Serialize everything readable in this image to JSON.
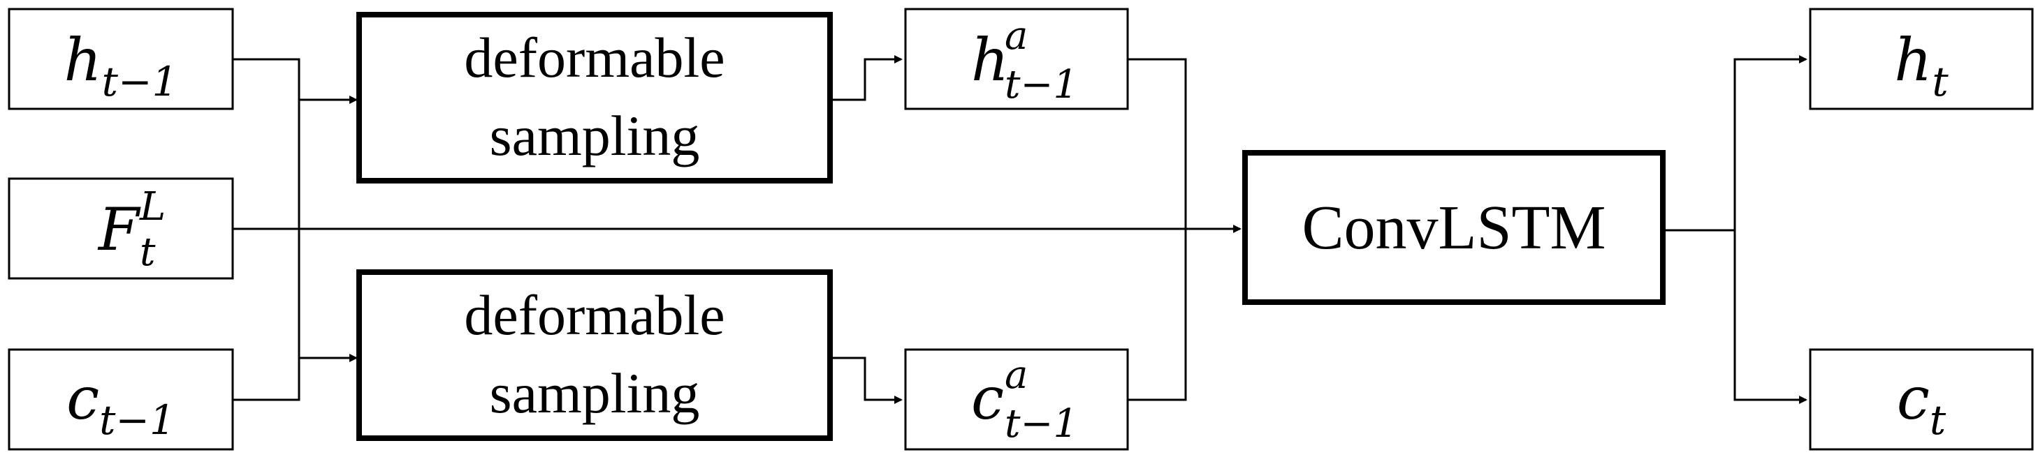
{
  "diagram": {
    "inputs": {
      "h_prev": {
        "base": "h",
        "sub": "t−1",
        "sup": ""
      },
      "feature": {
        "base": "F",
        "sub": "t",
        "sup": "L"
      },
      "c_prev": {
        "base": "c",
        "sub": "t−1",
        "sup": ""
      }
    },
    "blocks": {
      "sampling_top": {
        "line1": "deformable",
        "line2": "sampling"
      },
      "sampling_bottom": {
        "line1": "deformable",
        "line2": "sampling"
      },
      "convlstm": {
        "label": "ConvLSTM"
      }
    },
    "aligned": {
      "h_aligned": {
        "base": "h",
        "sub": "t−1",
        "sup": "a"
      },
      "c_aligned": {
        "base": "c",
        "sub": "t−1",
        "sup": "a"
      }
    },
    "outputs": {
      "h_out": {
        "base": "h",
        "sub": "t",
        "sup": ""
      },
      "c_out": {
        "base": "c",
        "sub": "t",
        "sup": ""
      }
    }
  }
}
